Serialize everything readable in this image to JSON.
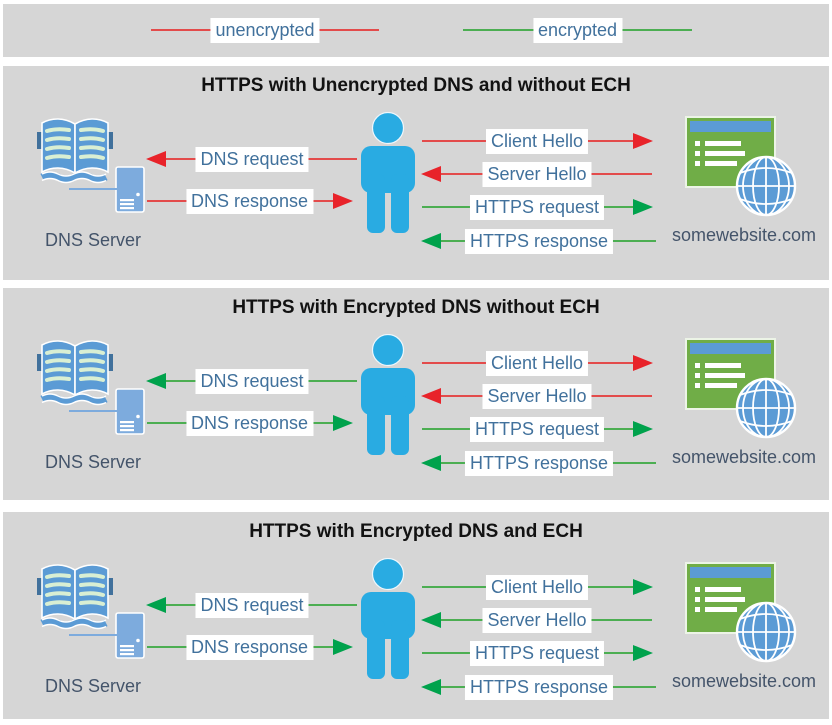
{
  "colors": {
    "unencrypted": {
      "line": "#e34b4b",
      "head": "#e8232a"
    },
    "encrypted": {
      "line": "#4cae52",
      "head": "#00a24c"
    },
    "panel_background": "#d6d6d6",
    "label_text": "#41719c",
    "caption_text": "#44546a",
    "title_text": "#121212",
    "person_blue": "#29abe2",
    "icon_blue": "#5b9bd5",
    "server_blue": "#7dabdd",
    "website_green": "#70ad47"
  },
  "legend": {
    "items": [
      {
        "label": "unencrypted",
        "encryption": "unencrypted",
        "direction": "none"
      },
      {
        "label": "encrypted",
        "encryption": "encrypted",
        "direction": "none"
      }
    ]
  },
  "panels": [
    {
      "title": "HTTPS with Unencrypted DNS and without ECH",
      "dns_server_label": "DNS Server",
      "website_label": "somewebsite.com",
      "dns_messages": [
        {
          "label": "DNS request",
          "direction": "left",
          "encryption": "unencrypted"
        },
        {
          "label": "DNS response",
          "direction": "right",
          "encryption": "unencrypted"
        }
      ],
      "web_messages": [
        {
          "label": "Client Hello",
          "direction": "right",
          "encryption": "unencrypted"
        },
        {
          "label": "Server Hello",
          "direction": "left",
          "encryption": "unencrypted"
        },
        {
          "label": "HTTPS request",
          "direction": "right",
          "encryption": "encrypted"
        },
        {
          "label": "HTTPS response",
          "direction": "left",
          "encryption": "encrypted"
        }
      ]
    },
    {
      "title": "HTTPS with Encrypted DNS without ECH",
      "dns_server_label": "DNS Server",
      "website_label": "somewebsite.com",
      "dns_messages": [
        {
          "label": "DNS request",
          "direction": "left",
          "encryption": "encrypted"
        },
        {
          "label": "DNS response",
          "direction": "right",
          "encryption": "encrypted"
        }
      ],
      "web_messages": [
        {
          "label": "Client Hello",
          "direction": "right",
          "encryption": "unencrypted"
        },
        {
          "label": "Server Hello",
          "direction": "left",
          "encryption": "unencrypted"
        },
        {
          "label": "HTTPS request",
          "direction": "right",
          "encryption": "encrypted"
        },
        {
          "label": "HTTPS response",
          "direction": "left",
          "encryption": "encrypted"
        }
      ]
    },
    {
      "title": "HTTPS with Encrypted DNS and ECH",
      "dns_server_label": "DNS Server",
      "website_label": "somewebsite.com",
      "dns_messages": [
        {
          "label": "DNS request",
          "direction": "left",
          "encryption": "encrypted"
        },
        {
          "label": "DNS response",
          "direction": "right",
          "encryption": "encrypted"
        }
      ],
      "web_messages": [
        {
          "label": "Client Hello",
          "direction": "right",
          "encryption": "encrypted"
        },
        {
          "label": "Server Hello",
          "direction": "left",
          "encryption": "encrypted"
        },
        {
          "label": "HTTPS request",
          "direction": "right",
          "encryption": "encrypted"
        },
        {
          "label": "HTTPS response",
          "direction": "left",
          "encryption": "encrypted"
        }
      ]
    }
  ]
}
